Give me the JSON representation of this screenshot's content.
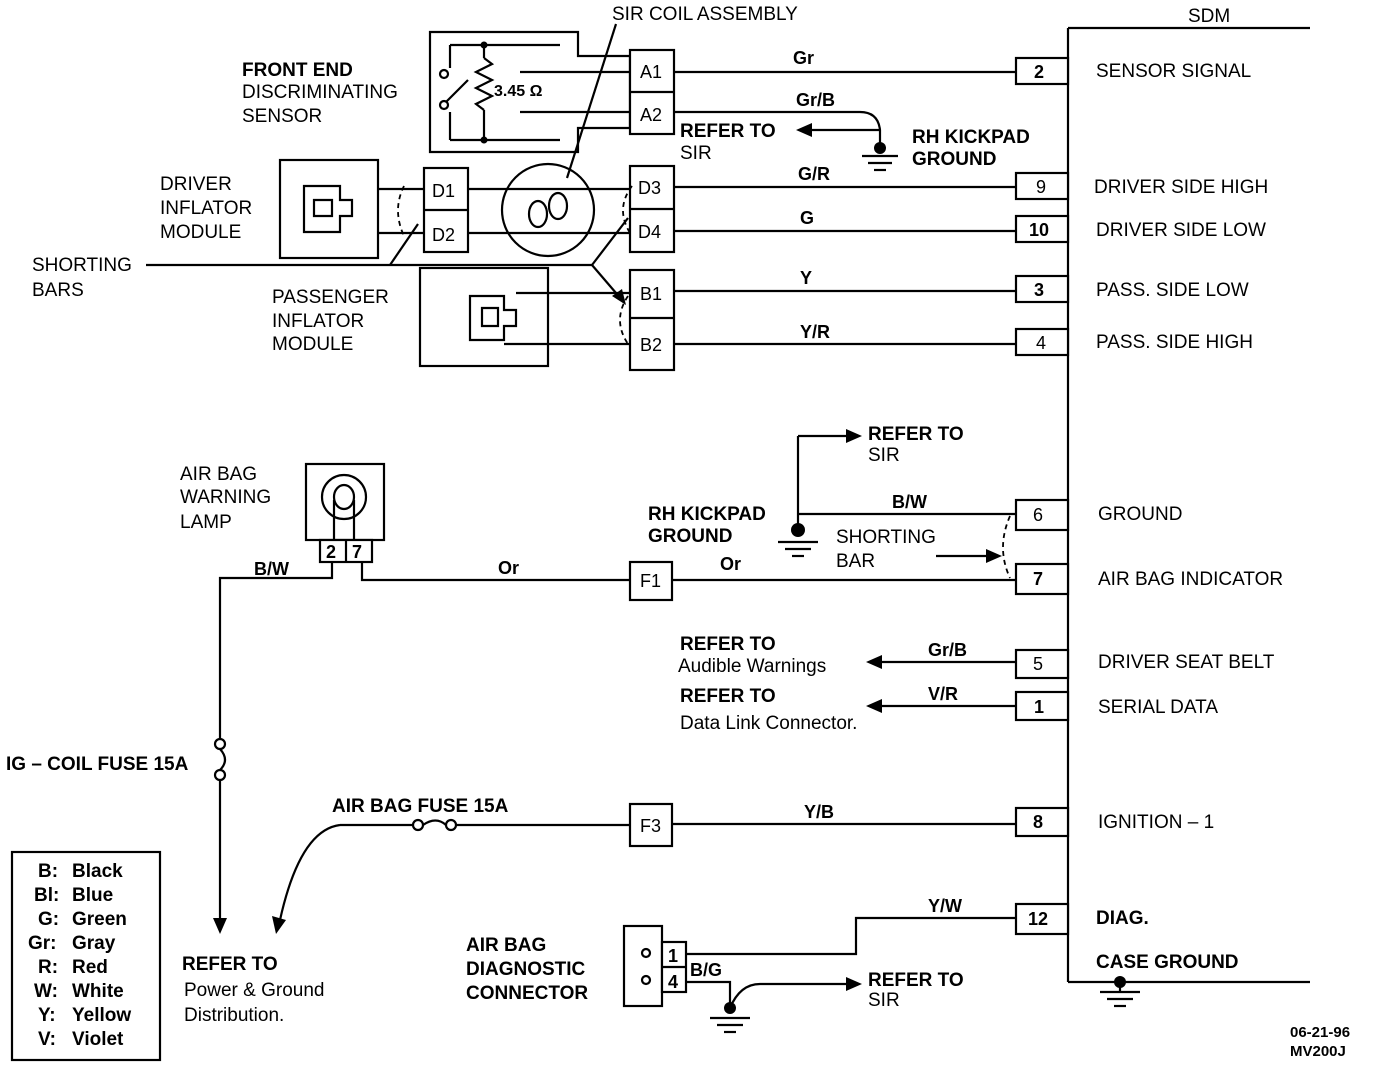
{
  "labels": {
    "sir_coil": "SIR COIL ASSEMBLY",
    "sdm": "SDM",
    "front_end_1": "FRONT END",
    "front_end_2": "DISCRIMINATING",
    "front_end_3": "SENSOR",
    "resistance": "3.45 Ω",
    "driver_1": "DRIVER",
    "driver_2": "INFLATOR",
    "driver_3": "MODULE",
    "shorting_1": "SHORTING",
    "shorting_2": "BARS",
    "pass_1": "PASSENGER",
    "pass_2": "INFLATOR",
    "pass_3": "MODULE",
    "refer_to": "REFER TO",
    "sir": "SIR",
    "rh_kickpad_1": "RH KICKPAD",
    "rh_kickpad_2": "GROUND",
    "lamp_1": "AIR BAG",
    "lamp_2": "WARNING",
    "lamp_3": "LAMP",
    "shorting_bar_1": "SHORTING",
    "shorting_bar_2": "BAR",
    "audible": "Audible Warnings",
    "dlc": "Data Link Connector.",
    "ig_fuse": "IG – COIL FUSE 15A",
    "airbag_fuse": "AIR BAG FUSE 15A",
    "power_1": "Power & Ground",
    "power_2": "Distribution.",
    "diag_1": "AIR BAG",
    "diag_2": "DIAGNOSTIC",
    "diag_3": "CONNECTOR",
    "date": "06-21-96",
    "code": "MV200J"
  },
  "connectors": {
    "A1": "A1",
    "A2": "A2",
    "D1": "D1",
    "D2": "D2",
    "D3": "D3",
    "D4": "D4",
    "B1": "B1",
    "B2": "B2",
    "F1": "F1",
    "F3": "F3",
    "lamp_2": "2",
    "lamp_7": "7",
    "diag_1": "1",
    "diag_4": "4"
  },
  "sdm_pins": [
    {
      "pin": "2",
      "name": "SENSOR SIGNAL",
      "wire": "Gr"
    },
    {
      "pin": "9",
      "name": "DRIVER SIDE HIGH",
      "wire": "G/R"
    },
    {
      "pin": "10",
      "name": "DRIVER SIDE LOW",
      "wire": "G"
    },
    {
      "pin": "3",
      "name": "PASS. SIDE LOW",
      "wire": "Y"
    },
    {
      "pin": "4",
      "name": "PASS. SIDE HIGH",
      "wire": "Y/R"
    },
    {
      "pin": "6",
      "name": "GROUND",
      "wire": "B/W"
    },
    {
      "pin": "7",
      "name": "AIR BAG INDICATOR",
      "wire": "Or"
    },
    {
      "pin": "5",
      "name": "DRIVER SEAT BELT",
      "wire": "Gr/B"
    },
    {
      "pin": "1",
      "name": "SERIAL DATA",
      "wire": "V/R"
    },
    {
      "pin": "8",
      "name": "IGNITION – 1",
      "wire": "Y/B"
    },
    {
      "pin": "12",
      "name": "DIAG.",
      "wire": "Y/W"
    },
    {
      "pin": "",
      "name": "CASE GROUND",
      "wire": ""
    }
  ],
  "other_wires": {
    "a2_wire": "Gr/B",
    "lamp_bw": "B/W",
    "lamp_or": "Or",
    "diag_bg": "B/G"
  },
  "legend": [
    {
      "code": "B:",
      "color": "Black"
    },
    {
      "code": "Bl:",
      "color": "Blue"
    },
    {
      "code": "G:",
      "color": "Green"
    },
    {
      "code": "Gr:",
      "color": "Gray"
    },
    {
      "code": "R:",
      "color": "Red"
    },
    {
      "code": "W:",
      "color": "White"
    },
    {
      "code": "Y:",
      "color": "Yellow"
    },
    {
      "code": "V:",
      "color": "Violet"
    }
  ]
}
